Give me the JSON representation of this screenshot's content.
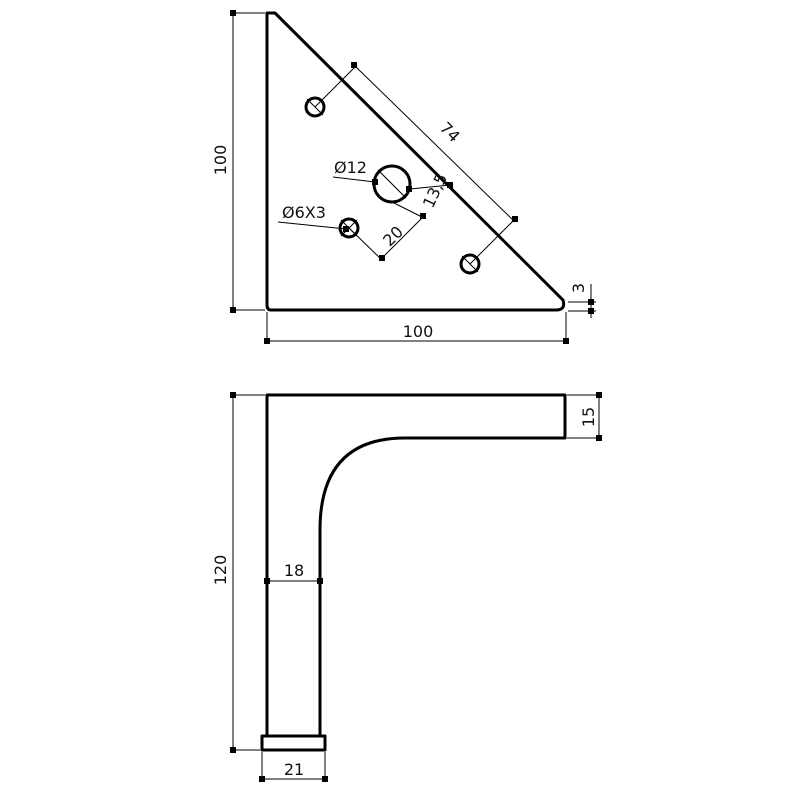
{
  "top_view": {
    "dim_height": "100",
    "dim_width": "100",
    "dim_hole_spacing": "74",
    "dim_center_hole": "Ø12",
    "dim_offset": "13,5",
    "dim_edge_offset": "20",
    "dim_small_hole": "Ø6X3",
    "dim_thickness": "3"
  },
  "side_view": {
    "dim_height": "120",
    "dim_top_thickness": "15",
    "dim_leg_width": "18",
    "dim_foot_width": "21"
  }
}
